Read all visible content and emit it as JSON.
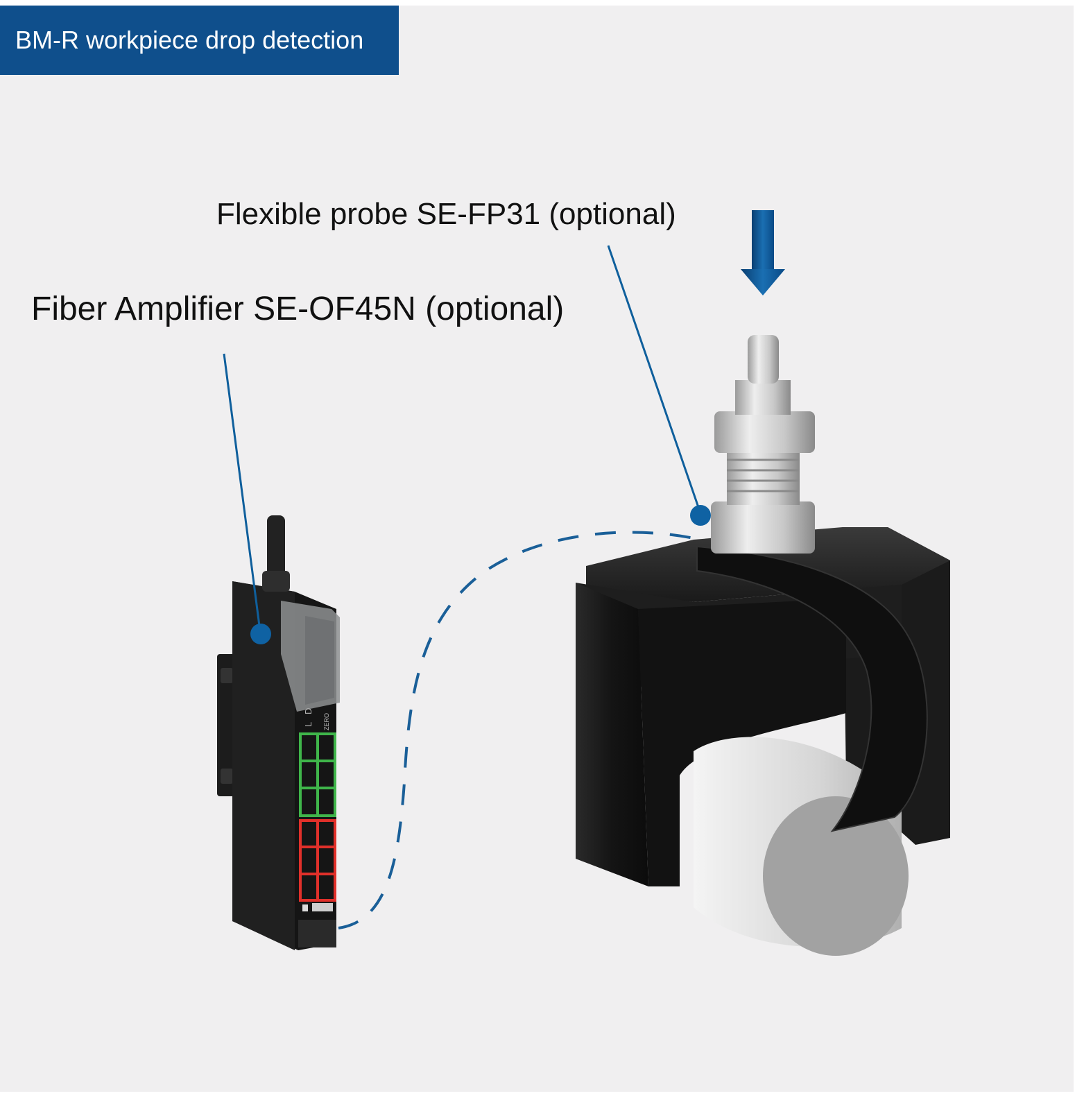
{
  "title": {
    "text": "BM-R workpiece drop detection"
  },
  "callouts": {
    "probe_label": "Flexible probe SE-FP31 (optional)",
    "amplifier_label": "Fiber Amplifier SE-OF45N (optional)"
  },
  "device_labels": {
    "indicator_l": "L",
    "indicator_d": "D",
    "zero": "ZERO"
  },
  "colors": {
    "accent": "#0f4f8c",
    "leader_line": "#0f5f9c",
    "background": "#f0eff0",
    "display_green": "#3fb54a",
    "display_red": "#e0302a"
  }
}
